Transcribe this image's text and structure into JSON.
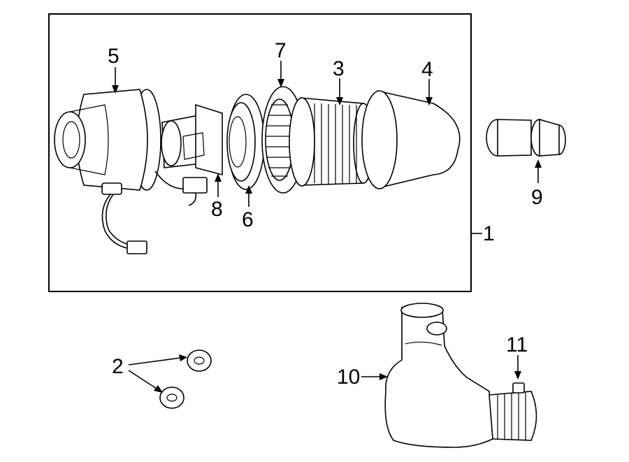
{
  "diagram": {
    "callouts": [
      {
        "id": "1",
        "label": "1"
      },
      {
        "id": "2",
        "label": "2"
      },
      {
        "id": "3",
        "label": "3"
      },
      {
        "id": "4",
        "label": "4"
      },
      {
        "id": "5",
        "label": "5"
      },
      {
        "id": "6",
        "label": "6"
      },
      {
        "id": "7",
        "label": "7"
      },
      {
        "id": "8",
        "label": "8"
      },
      {
        "id": "9",
        "label": "9"
      },
      {
        "id": "10",
        "label": "10"
      },
      {
        "id": "11",
        "label": "11"
      }
    ],
    "parts": [
      {
        "id": "assembly-box",
        "icon": "assembly-outline"
      },
      {
        "id": "motor-housing",
        "icon": "motor-housing-icon"
      },
      {
        "id": "wire-harness",
        "icon": "wire-connector-icon"
      },
      {
        "id": "bracket-plate",
        "icon": "bracket-icon"
      },
      {
        "id": "gasket-ring",
        "icon": "gasket-icon"
      },
      {
        "id": "gear-ring",
        "icon": "gear-ring-icon"
      },
      {
        "id": "fan-rotor",
        "icon": "rotor-icon"
      },
      {
        "id": "end-cap",
        "icon": "end-cap-icon"
      },
      {
        "id": "inlet-fitting",
        "icon": "fitting-icon"
      },
      {
        "id": "washers",
        "icon": "washer-icon"
      },
      {
        "id": "elbow-hose",
        "icon": "elbow-hose-icon"
      },
      {
        "id": "hose-clamp-tab",
        "icon": "clamp-tab-icon"
      }
    ]
  }
}
